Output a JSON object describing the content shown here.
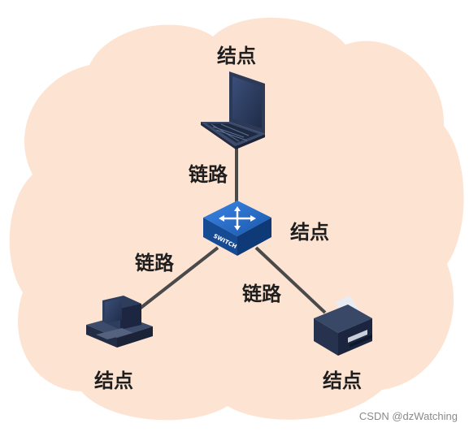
{
  "diagram": {
    "nodes": [
      {
        "id": "laptop",
        "label": "结点",
        "icon": "laptop-icon"
      },
      {
        "id": "switch",
        "label": "结点",
        "icon": "switch-icon",
        "device_text": "SWITCH"
      },
      {
        "id": "desktop",
        "label": "结点",
        "icon": "desktop-computer-icon"
      },
      {
        "id": "printer",
        "label": "结点",
        "icon": "printer-icon"
      }
    ],
    "links": [
      {
        "from": "switch",
        "to": "laptop",
        "label": "链路"
      },
      {
        "from": "switch",
        "to": "desktop",
        "label": "链路"
      },
      {
        "from": "switch",
        "to": "printer",
        "label": "链路"
      }
    ]
  },
  "watermark": "CSDN @dzWatching",
  "colors": {
    "cloud": "#fde3d2",
    "link_line": "#4a4a4a",
    "switch_body": "#1d5fb8",
    "device_dark": "#2b3a57",
    "label_text": "#1e1e1e",
    "watermark_text": "#8a8a8a"
  }
}
